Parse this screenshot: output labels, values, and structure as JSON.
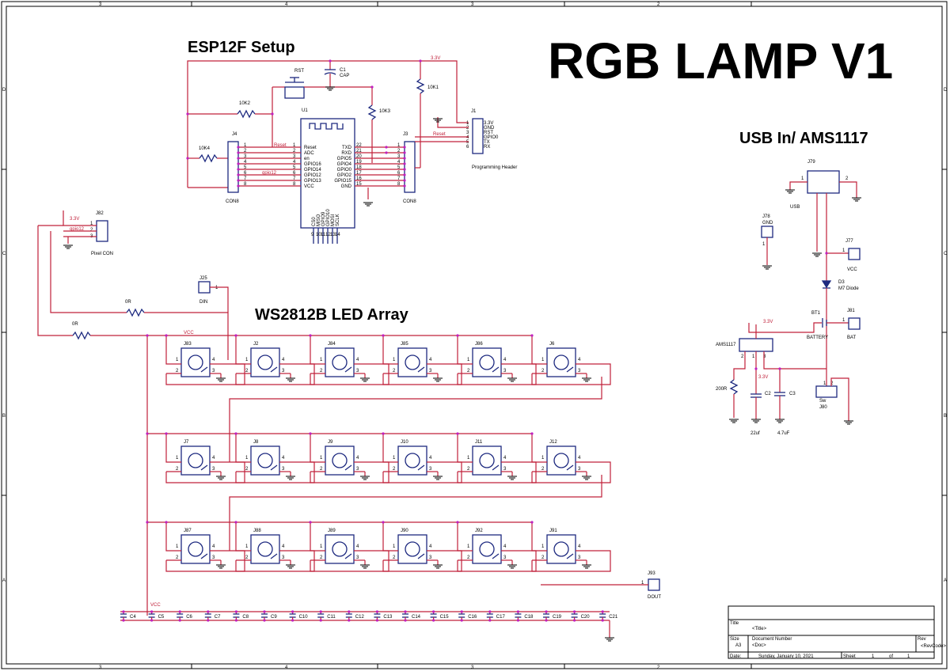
{
  "title": "RGB LAMP V1",
  "sections": {
    "esp": "ESP12F Setup",
    "usb": "USB In/ AMS1117",
    "led": "WS2812B LED Array"
  },
  "border": {
    "cols": [
      "3",
      "4",
      "3",
      "2"
    ],
    "rows": [
      "D",
      "C",
      "B",
      "A"
    ]
  },
  "nets": {
    "v33": "3.3V",
    "vcc": "VCC",
    "reset": "Reset",
    "gpio12": "gpio12"
  },
  "esp": {
    "u1": "U1",
    "u1_left_pins": [
      "Reset",
      "ADC",
      "en",
      "GPIO16",
      "GPIO14",
      "GPIO12",
      "GPIO13",
      "VCC"
    ],
    "u1_left_nums": [
      "1",
      "2",
      "3",
      "4",
      "5",
      "6",
      "7",
      "8"
    ],
    "u1_right_pins": [
      "TXD",
      "RXD",
      "GPIO5",
      "GPIO4",
      "GPIO0",
      "GPIO2",
      "GPIO15",
      "GND"
    ],
    "u1_right_nums": [
      "22",
      "21",
      "20",
      "19",
      "18",
      "17",
      "16",
      "15"
    ],
    "u1_bottom_pins": [
      "CS0",
      "MISO",
      "GPIO9",
      "GPIO10",
      "MOSI",
      "SCLK"
    ],
    "u1_bottom_nums": [
      "9",
      "10",
      "11",
      "12",
      "13",
      "14"
    ],
    "rst": "RST",
    "c1": "C1",
    "c1_val": "CAP",
    "r_10k1": "10K1",
    "r_10k2": "10K2",
    "r_10k3": "10K3",
    "r_10k4": "10K4",
    "j4": "J4",
    "j4_type": "CON8",
    "j3": "J3",
    "j3_type": "CON8",
    "con_nums": [
      "1",
      "2",
      "3",
      "4",
      "5",
      "6",
      "7",
      "8"
    ],
    "j1": "J1",
    "j1_pins": [
      "1",
      "2",
      "3",
      "4",
      "5",
      "6"
    ],
    "j1_names": [
      "3.3V",
      "GND",
      "RST",
      "GPIO0",
      "TX",
      "RX"
    ],
    "j1_caption": "Programming Header"
  },
  "pixel": {
    "j82": "J82",
    "j82_pins": [
      "1",
      "2",
      "3"
    ],
    "caption": "Pixel CON",
    "j25": "J25",
    "j25_pin": "1",
    "din": "DIN",
    "r1": "0R",
    "r2": "0R"
  },
  "leds": {
    "row1": [
      "J83",
      "J2",
      "J84",
      "J85",
      "J86",
      "J6"
    ],
    "row2": [
      "J7",
      "J8",
      "J9",
      "J10",
      "J11",
      "J12"
    ],
    "row3": [
      "J87",
      "J88",
      "J89",
      "J90",
      "J92",
      "J91"
    ],
    "pins": [
      "1",
      "2",
      "3",
      "4"
    ],
    "j93": "J93",
    "j93_pin": "1",
    "dout": "DOUT"
  },
  "caps": [
    "C4",
    "C5",
    "C6",
    "C7",
    "C8",
    "C9",
    "C10",
    "C11",
    "C12",
    "C13",
    "C14",
    "C15",
    "C16",
    "C17",
    "C18",
    "C19",
    "C20",
    "C21"
  ],
  "usb": {
    "j79": "J79",
    "usb": "USB",
    "pin1": "1",
    "pin2": "2",
    "j78": "J78",
    "gnd": "GND",
    "j78_pin": "1",
    "j77": "J77",
    "vcc": "VCC",
    "j77_pin": "1",
    "d3": "D3",
    "d3_val": "M7 Diode",
    "bt1": "BT1",
    "battery": "BATTERY",
    "j81": "J81",
    "j81_pin": "1",
    "bat": "BAT",
    "ams": "AMS1117",
    "ams_pins": [
      "2",
      "1",
      "3"
    ],
    "r200": "200R",
    "c2": "C2",
    "c2_val": "22uf",
    "c3": "C3",
    "c3_val": "4.7uF",
    "sw": "Sw",
    "j80": "J80",
    "sw_pins": [
      "1",
      "2"
    ]
  },
  "titleblock": {
    "title_label": "Title",
    "title_value": "<Title>",
    "size_label": "Size",
    "size_value": "A3",
    "docnum_label": "Document Number",
    "docnum_value": "<Doc>",
    "rev_label": "Rev",
    "rev_value": "<RevCode>",
    "date_label": "Date:",
    "date_value": "Sunday, January 10, 2021",
    "sheet_label": "Sheet",
    "sheet_value": "1",
    "of_label": "of",
    "of_value": "1"
  }
}
